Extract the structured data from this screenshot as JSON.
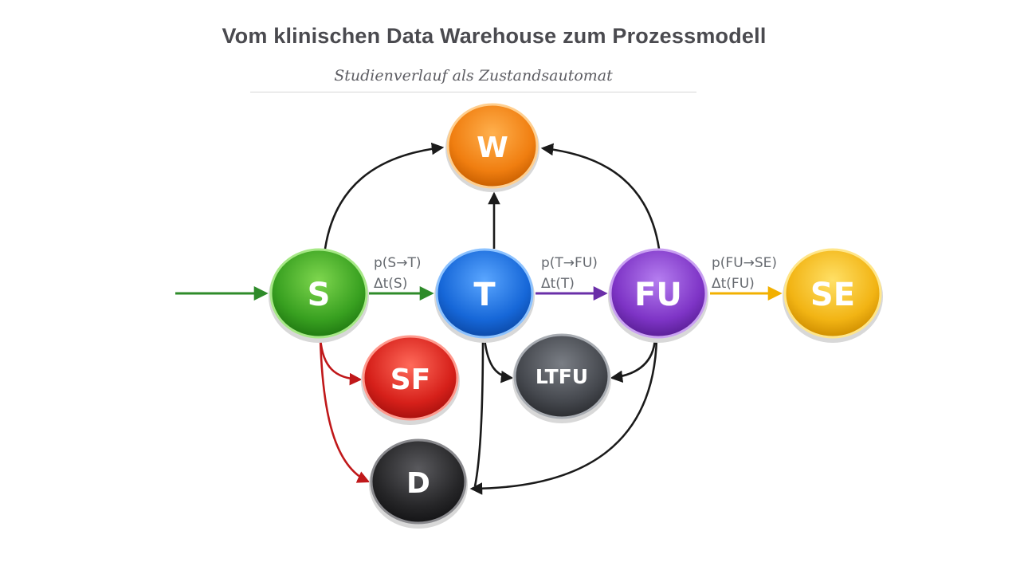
{
  "header": {
    "title": "Vom klinischen Data Warehouse zum Prozessmodell",
    "subtitle": "Studienverlauf als Zustandsautomat"
  },
  "nodes": [
    {
      "id": "W",
      "label": "W",
      "color": "#f28a1c"
    },
    {
      "id": "S",
      "label": "S",
      "color": "#3fa828"
    },
    {
      "id": "T",
      "label": "T",
      "color": "#1c74e0"
    },
    {
      "id": "FU",
      "label": "FU",
      "color": "#8a3fcf"
    },
    {
      "id": "SE",
      "label": "SE",
      "color": "#f2b81c"
    },
    {
      "id": "SF",
      "label": "SF",
      "color": "#d9261e"
    },
    {
      "id": "LTFU",
      "label": "LTFU",
      "color": "#4a4d52"
    },
    {
      "id": "D",
      "label": "D",
      "color": "#2a2a2c"
    }
  ],
  "edges": [
    {
      "from": "start",
      "to": "S",
      "color": "#2e8b2a"
    },
    {
      "from": "S",
      "to": "T",
      "color": "#2e8b2a",
      "label_1": "p(S→T)",
      "label_2": "Δt(S)"
    },
    {
      "from": "T",
      "to": "FU",
      "color": "#6a2fa8",
      "label_1": "p(T→FU)",
      "label_2": "Δt(T)"
    },
    {
      "from": "FU",
      "to": "SE",
      "color": "#f2b000",
      "label_1": "p(FU→SE)",
      "label_2": "Δt(FU)"
    },
    {
      "from": "S",
      "to": "W",
      "color": "#1a1a1a"
    },
    {
      "from": "T",
      "to": "W",
      "color": "#1a1a1a"
    },
    {
      "from": "FU",
      "to": "W",
      "color": "#1a1a1a"
    },
    {
      "from": "S",
      "to": "SF",
      "color": "#c0181a"
    },
    {
      "from": "S",
      "to": "D",
      "color": "#c0181a"
    },
    {
      "from": "T",
      "to": "LTFU",
      "color": "#1a1a1a"
    },
    {
      "from": "FU",
      "to": "LTFU",
      "color": "#1a1a1a"
    },
    {
      "from": "T",
      "to": "D",
      "color": "#1a1a1a"
    },
    {
      "from": "FU",
      "to": "D",
      "color": "#1a1a1a"
    }
  ]
}
